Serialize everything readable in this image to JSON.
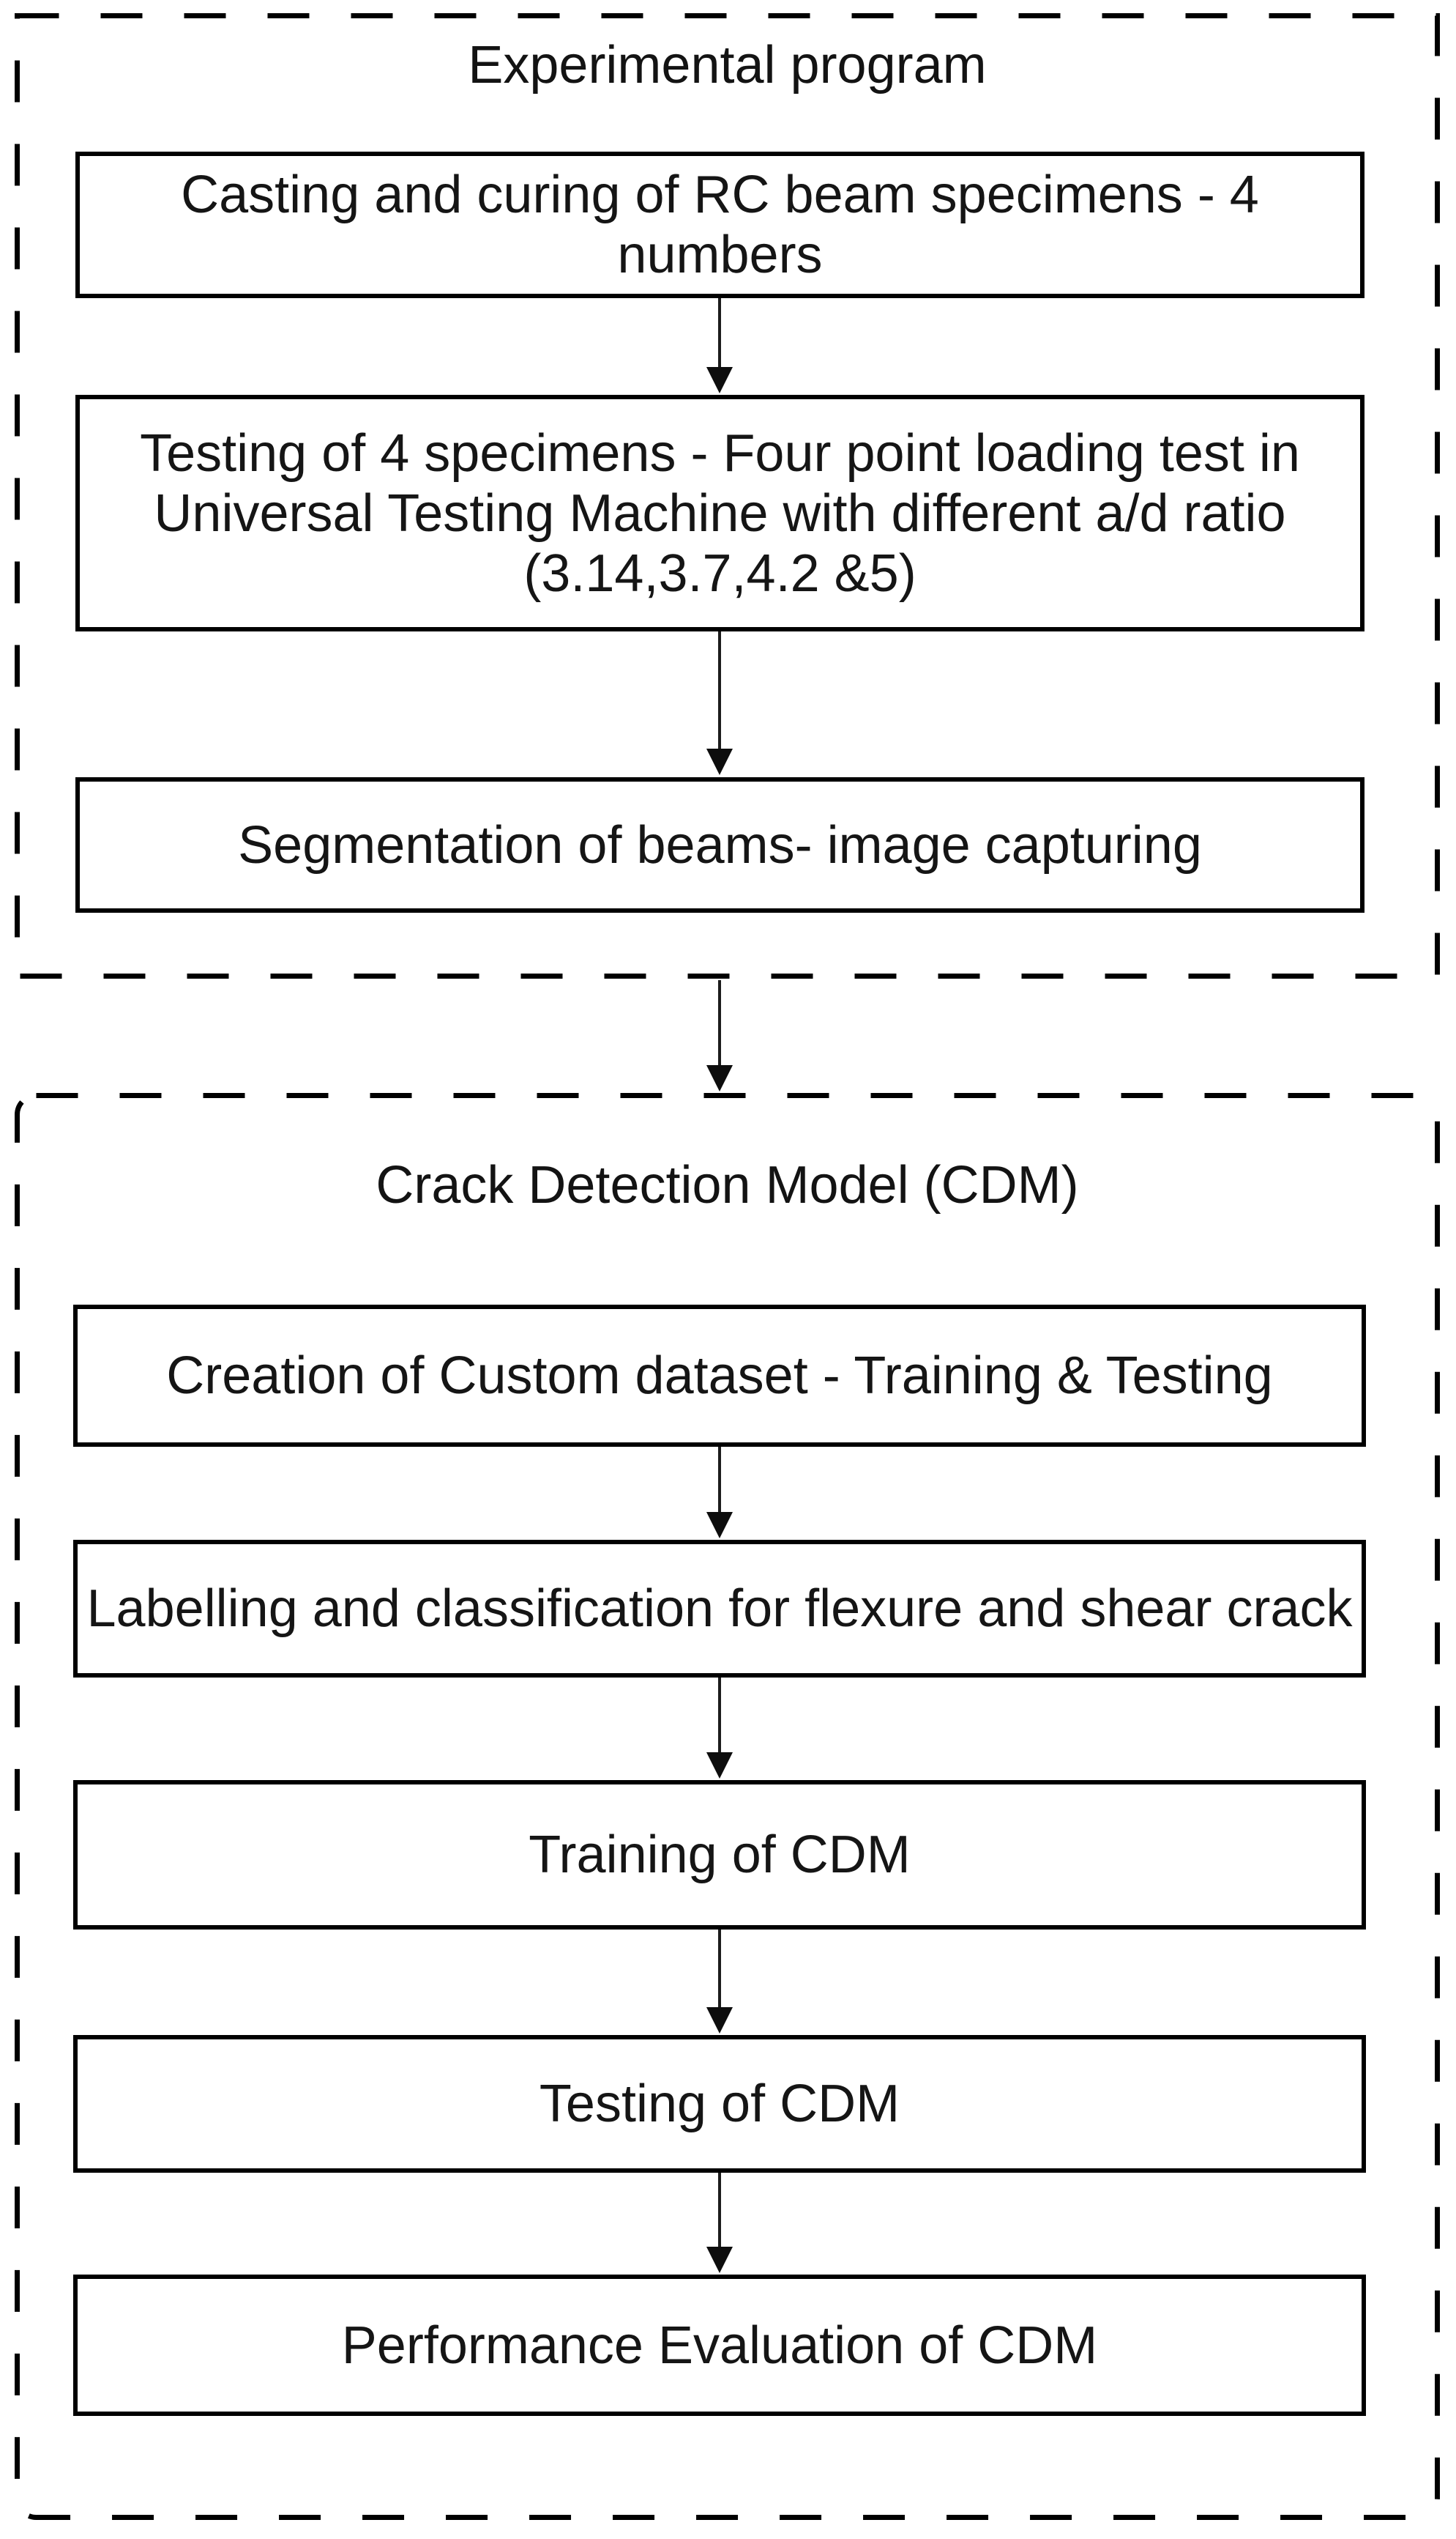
{
  "colors": {
    "ink": "#000000",
    "paper": "#ffffff"
  },
  "flowchart": {
    "groups": [
      {
        "title": "Experimental program",
        "boxes": [
          "Casting and curing of RC beam specimens - 4\nnumbers",
          "Testing of 4 specimens - Four point loading test in\nUniversal Testing Machine with different a/d ratio\n(3.14,3.7,4.2 &5)",
          "Segmentation of beams- image capturing"
        ]
      },
      {
        "title": "Crack Detection Model (CDM)",
        "boxes": [
          "Creation of Custom dataset - Training & Testing",
          "Labelling and classification for flexure and shear crack",
          "Training of CDM",
          "Testing of CDM",
          "Performance Evaluation of CDM"
        ]
      }
    ]
  }
}
